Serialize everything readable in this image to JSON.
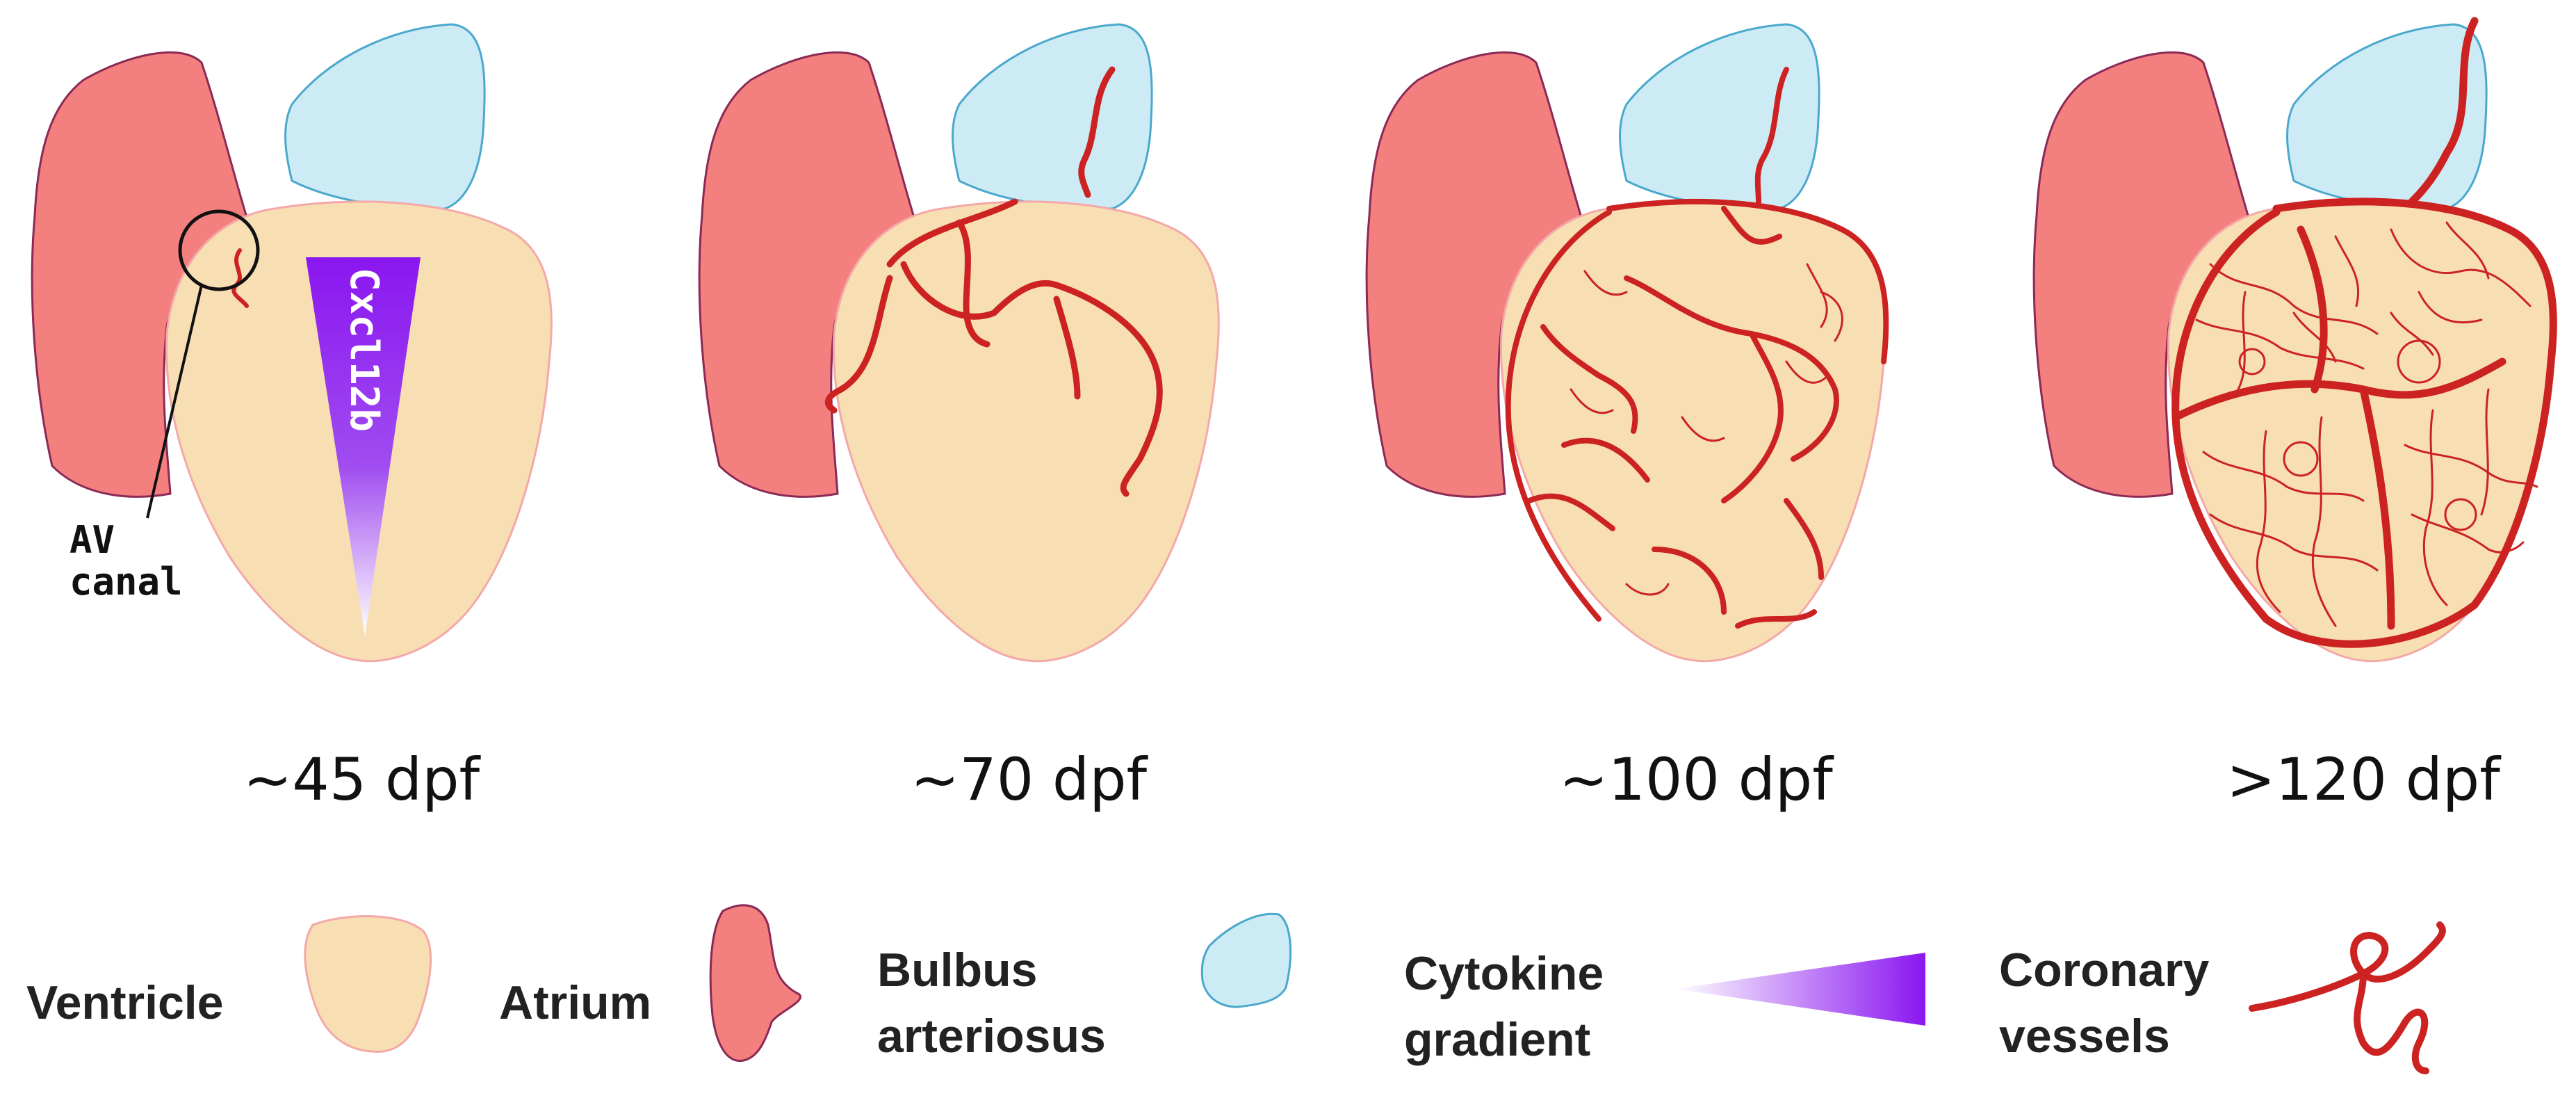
{
  "colors": {
    "ventricle": "#f7dfb3",
    "ventricle_stroke": "#f4a8a8",
    "atrium": "#f47f7f",
    "atrium_stroke": "#8a2a55",
    "bulbus": "#cdebf5",
    "bulbus_stroke": "#4aa8cc",
    "vessel": "#cc2222",
    "gradient_top": "#8a16f0",
    "gradient_bottom": "#ffffff"
  },
  "stages": [
    {
      "label": "~45 dpf"
    },
    {
      "label": "~70 dpf"
    },
    {
      "label": "~100 dpf"
    },
    {
      "label": ">120 dpf"
    }
  ],
  "annotations": {
    "av_canal_line1": "AV",
    "av_canal_line2": "canal",
    "gradient_label": "Cxcl12b"
  },
  "legend": {
    "ventricle": "Ventricle",
    "atrium": "Atrium",
    "bulbus_line1": "Bulbus",
    "bulbus_line2": "arteriosus",
    "cytokine_line1": "Cytokine",
    "cytokine_line2": "gradient",
    "coronary_line1": "Coronary",
    "coronary_line2": "vessels"
  }
}
